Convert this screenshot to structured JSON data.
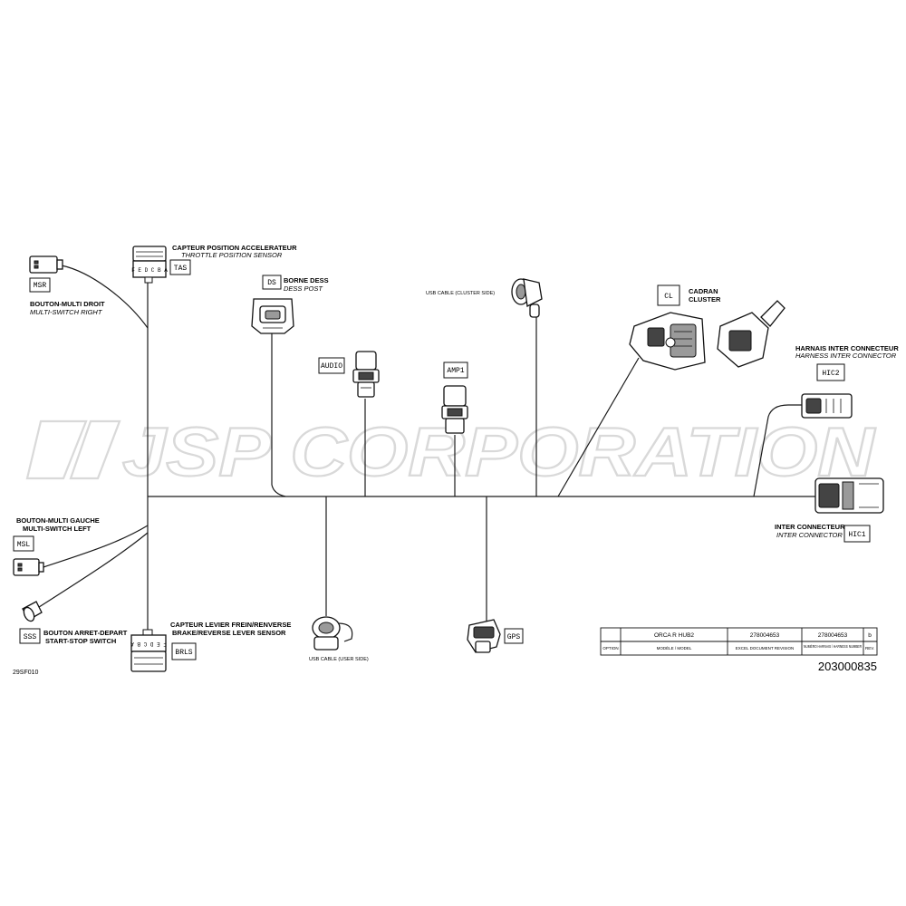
{
  "watermark": "JSP CORPORATION",
  "connectors": {
    "msr": {
      "tag": "MSR",
      "label_fr": "BOUTON-MULTI DROIT",
      "label_en": "MULTI-SWITCH RIGHT"
    },
    "tas": {
      "tag": "TAS",
      "pins": "F E D C B A",
      "label_fr": "CAPTEUR POSITION ACCELERATEUR",
      "label_en": "THROTTLE POSITION SENSOR"
    },
    "ds": {
      "tag": "DS",
      "label_fr": "BORNE DESS",
      "label_en": "DESS POST"
    },
    "audio": {
      "tag": "AUDIO"
    },
    "amp1": {
      "tag": "AMP1"
    },
    "usb_cluster": {
      "label": "USB CABLE (CLUSTER SIDE)"
    },
    "cl": {
      "tag": "CL",
      "label_fr": "CADRAN",
      "label_en": "CLUSTER"
    },
    "hic2": {
      "tag": "HIC2",
      "label_fr": "HARNAIS INTER CONNECTEUR",
      "label_en": "HARNESS INTER CONNECTOR"
    },
    "hic1": {
      "tag": "HIC1",
      "label_fr": "INTER CONNECTEUR",
      "label_en": "INTER CONNECTOR"
    },
    "msl": {
      "tag": "MSL",
      "label_fr": "BOUTON-MULTI GAUCHE",
      "label_en": "MULTI-SWITCH LEFT"
    },
    "sss": {
      "tag": "SSS",
      "label_fr": "BOUTON ARRET-DEPART",
      "label_en": "START-STOP SWITCH"
    },
    "brls": {
      "tag": "BRLS",
      "pins": "F E D C B A",
      "label_fr": "CAPTEUR LEVIER FREIN/RENVERSE",
      "label_en": "BRAKE/REVERSE LEVER SENSOR"
    },
    "usb_user": {
      "label": "USB CABLE (USER SIDE)"
    },
    "gps": {
      "tag": "GPS"
    }
  },
  "info_table": {
    "model": "ORCA R HUB2",
    "excel_revision": "278004653",
    "harness_number": "278004653",
    "rev": "b",
    "h_option": "OPTION",
    "h_model": "MODÈLE / MODEL",
    "h_excel": "EXCEL DOCUMENT REVISION",
    "h_harness": "NUMÉRO HARNAIS / HARNESS NUMBER",
    "h_rev": "REV."
  },
  "part_number": "203000835",
  "drawing_code": "29SF010"
}
